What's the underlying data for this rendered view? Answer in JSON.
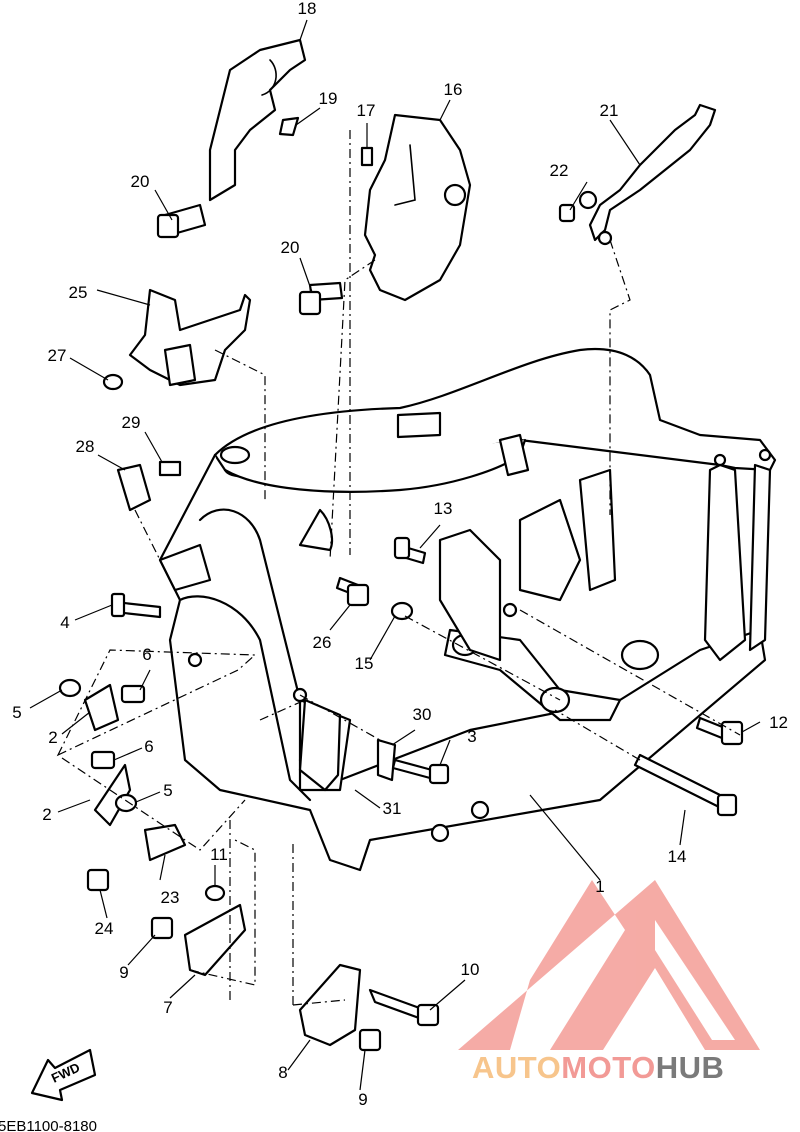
{
  "diagram_code": "5EB1100-8180",
  "fwd_label": "FWD",
  "callouts": [
    "1",
    "2",
    "2",
    "3",
    "4",
    "5",
    "5",
    "6",
    "6",
    "7",
    "8",
    "9",
    "9",
    "10",
    "11",
    "12",
    "13",
    "14",
    "15",
    "16",
    "17",
    "18",
    "19",
    "20",
    "20",
    "21",
    "22",
    "23",
    "24",
    "25",
    "26",
    "27",
    "28",
    "29",
    "30",
    "31"
  ],
  "watermark": {
    "prefix": "AUTO",
    "middle": "MOTO",
    "suffix": "HUB",
    "colors": {
      "prefix": "#f7c58c",
      "middle": "#f29a96",
      "suffix": "#7a7a7a",
      "logo": "#f4a29c"
    }
  }
}
